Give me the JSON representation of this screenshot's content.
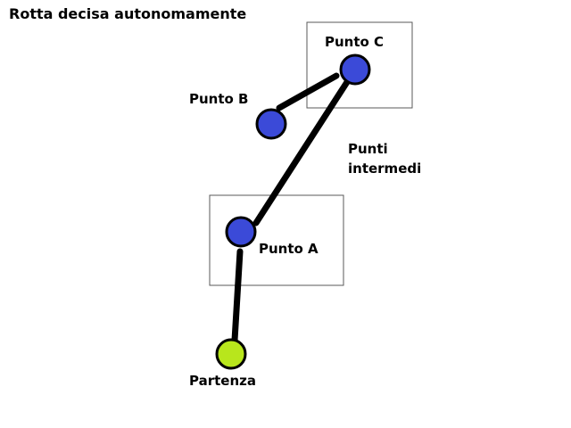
{
  "title": "Rotta decisa autonomamente",
  "points": {
    "start": "Partenza",
    "a": "Punto A",
    "b": "Punto B",
    "c": "Punto C"
  },
  "intermediate": {
    "line1": "Punti",
    "line2": "intermedi"
  },
  "colors": {
    "waypoint": "#3b4ad8",
    "start": "#b8e61c",
    "route": "#000000",
    "box_border": "#5a5a5a"
  }
}
